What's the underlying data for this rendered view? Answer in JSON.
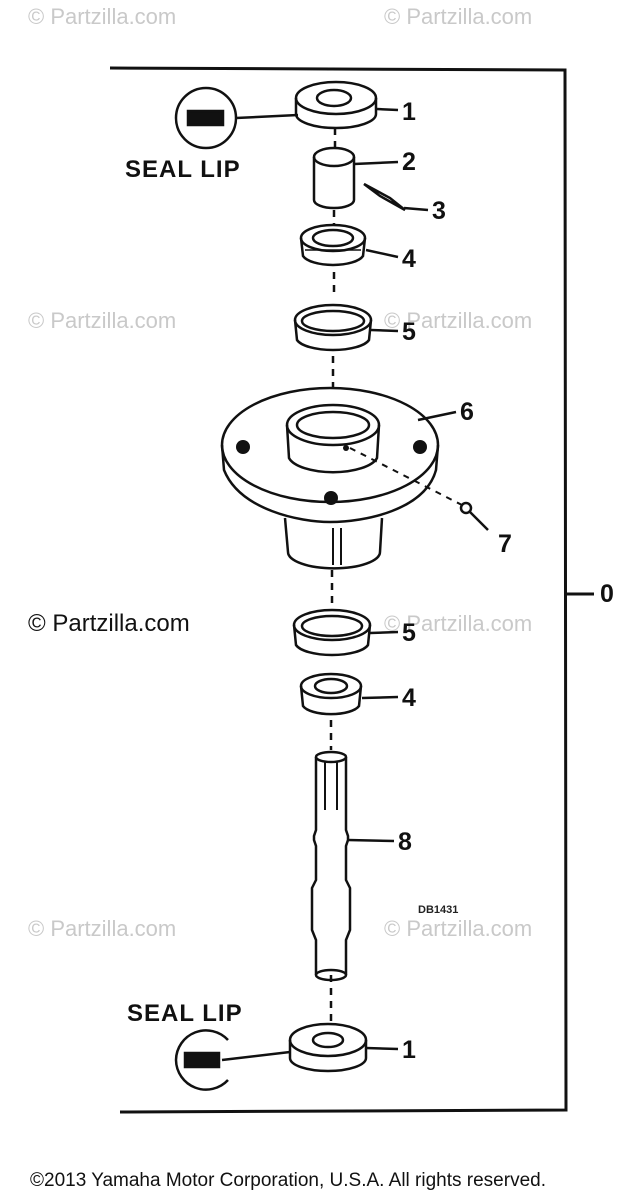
{
  "watermarks": {
    "text": "© Partzilla.com",
    "main": "© Partzilla.com"
  },
  "labels": {
    "seal_lip_top": "SEAL LIP",
    "seal_lip_bottom": "SEAL LIP",
    "p1_top": "1",
    "p2": "2",
    "p3": "3",
    "p4_top": "4",
    "p5_top": "5",
    "p6": "6",
    "p7": "7",
    "p0": "0",
    "p5_bottom": "5",
    "p4_bottom": "4",
    "p8": "8",
    "p1_bottom": "1",
    "drawing_code": "DB1431"
  },
  "footer": {
    "copyright": "©2013 Yamaha Motor Corporation, U.S.A. All rights reserved."
  }
}
